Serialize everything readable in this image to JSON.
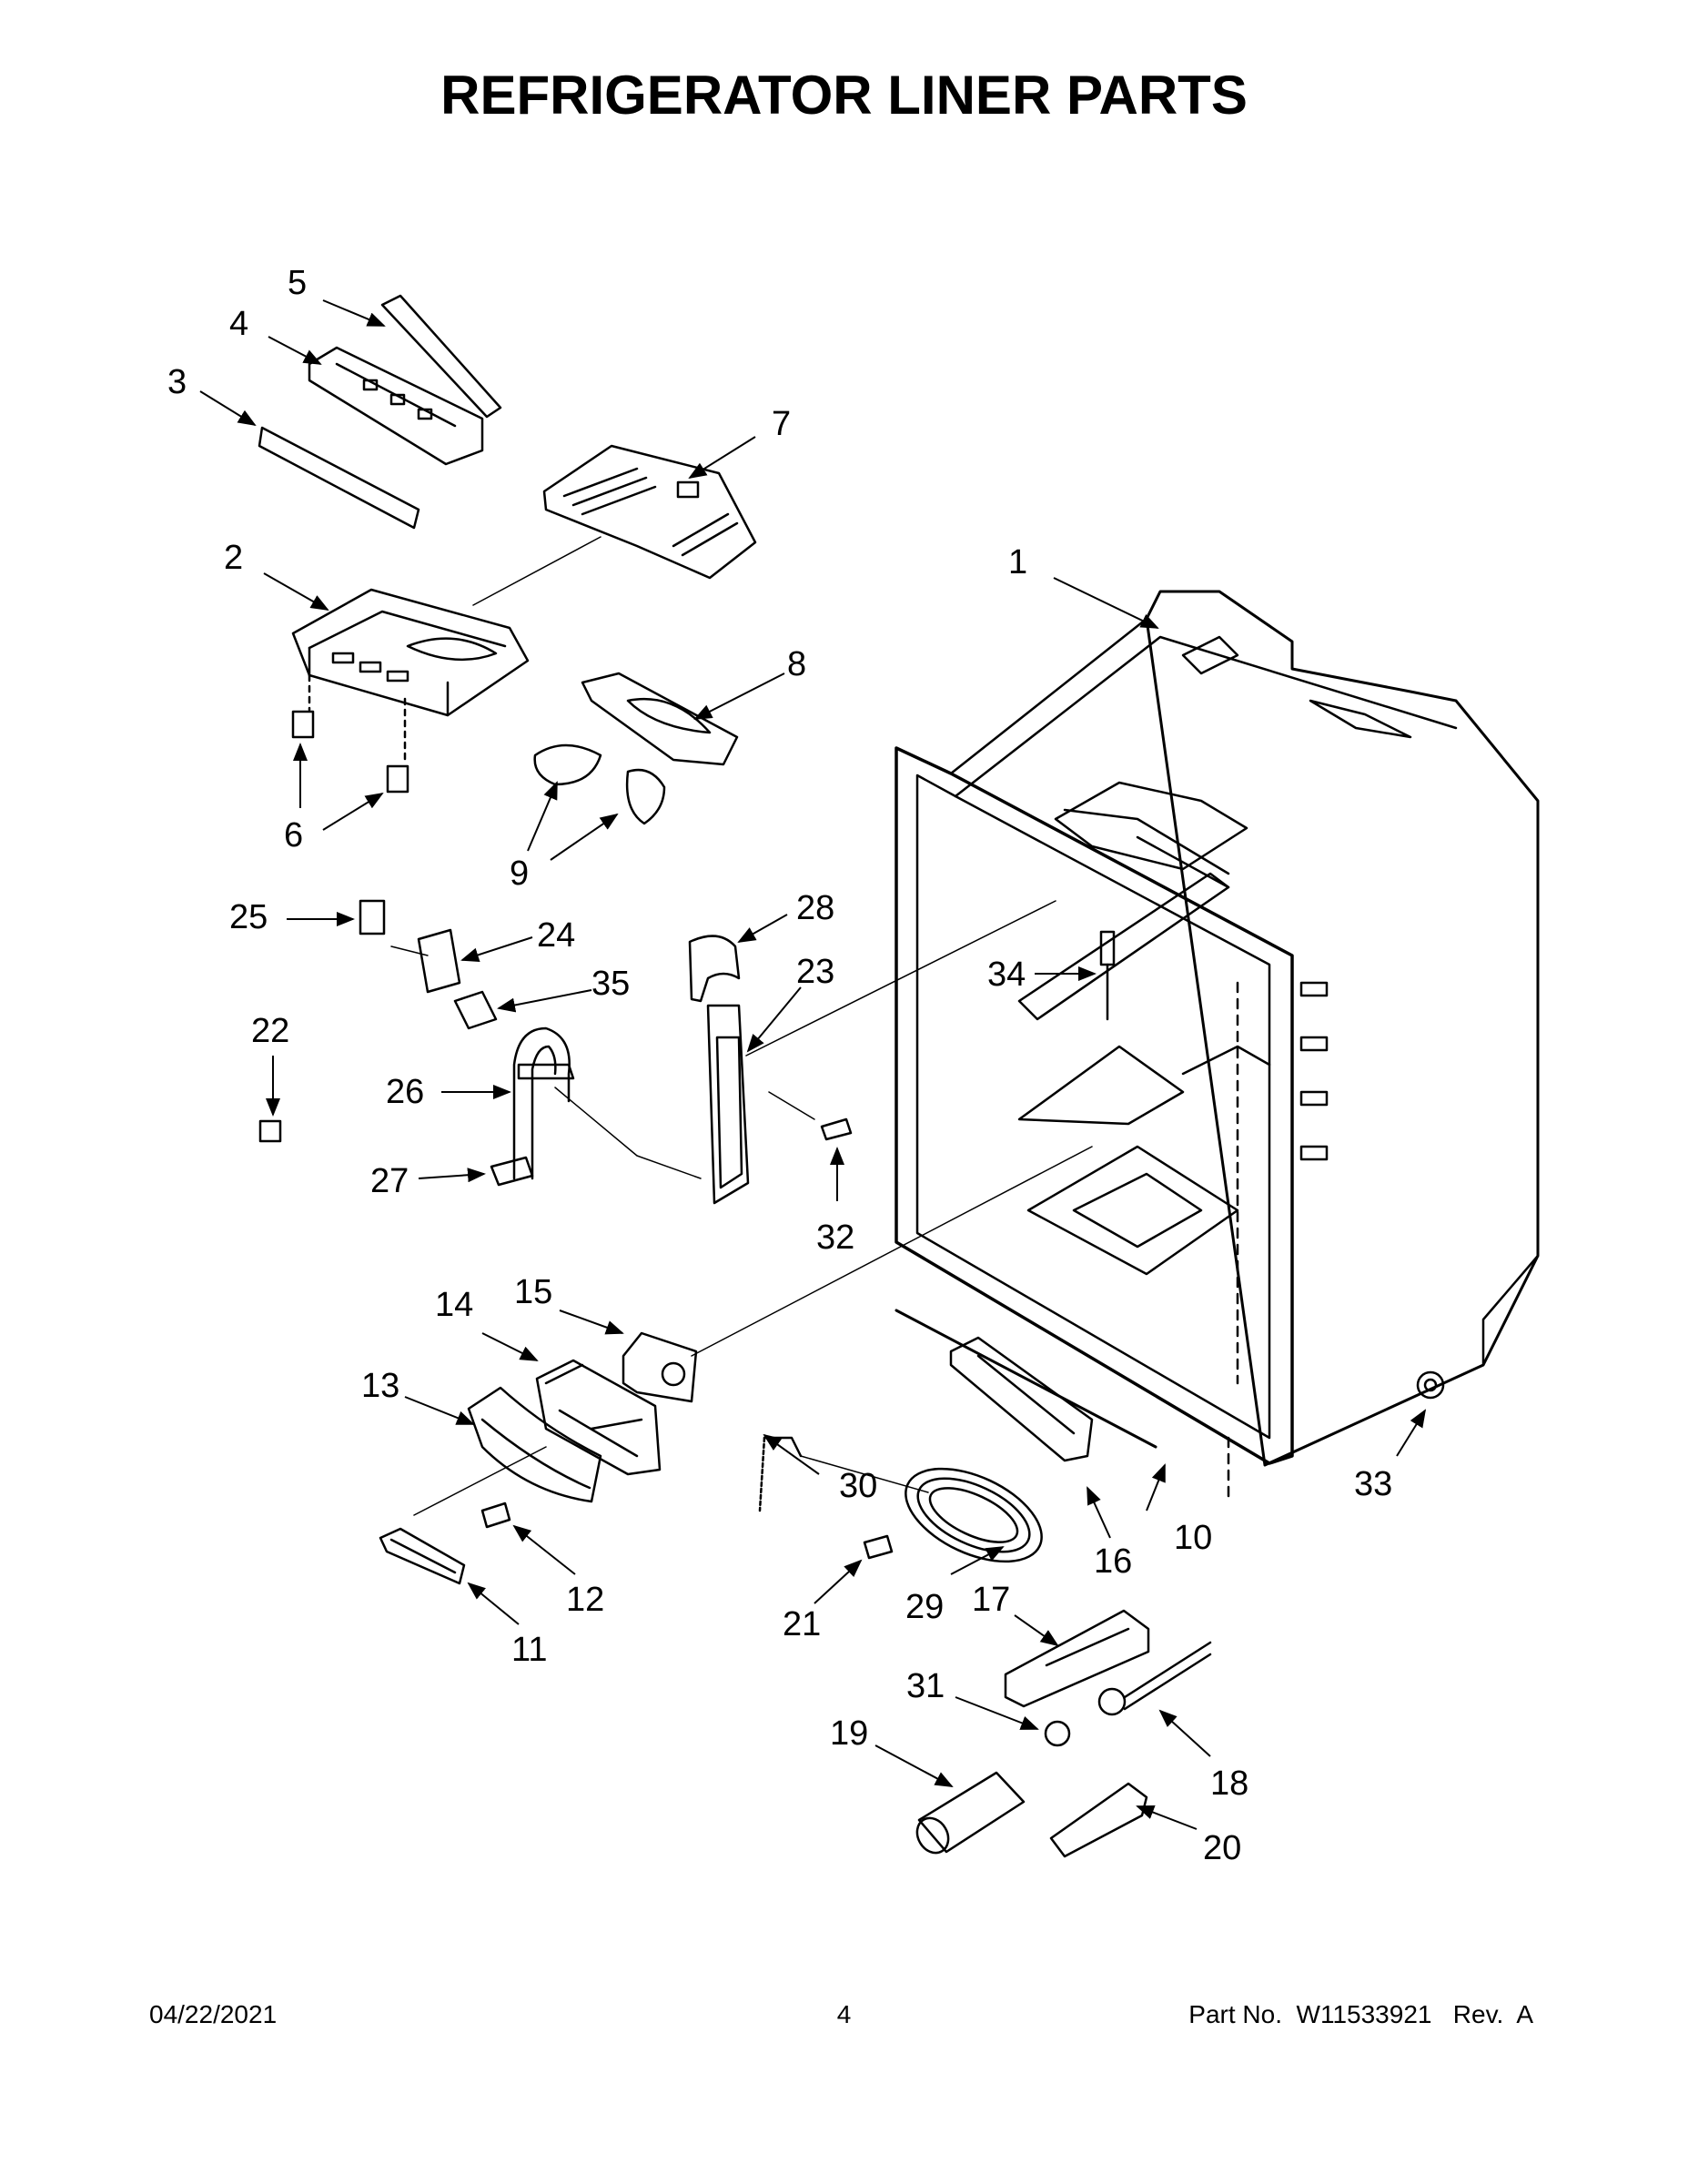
{
  "title": "REFRIGERATOR LINER PARTS",
  "footer": {
    "date": "04/22/2021",
    "page": "4",
    "part": "Part No.  W11533921   Rev.  A"
  },
  "callouts": [
    "1",
    "2",
    "3",
    "4",
    "5",
    "6",
    "7",
    "8",
    "9",
    "10",
    "11",
    "12",
    "13",
    "14",
    "15",
    "16",
    "17",
    "18",
    "19",
    "20",
    "21",
    "22",
    "23",
    "24",
    "25",
    "26",
    "27",
    "28",
    "29",
    "30",
    "31",
    "32",
    "33",
    "34",
    "35"
  ]
}
